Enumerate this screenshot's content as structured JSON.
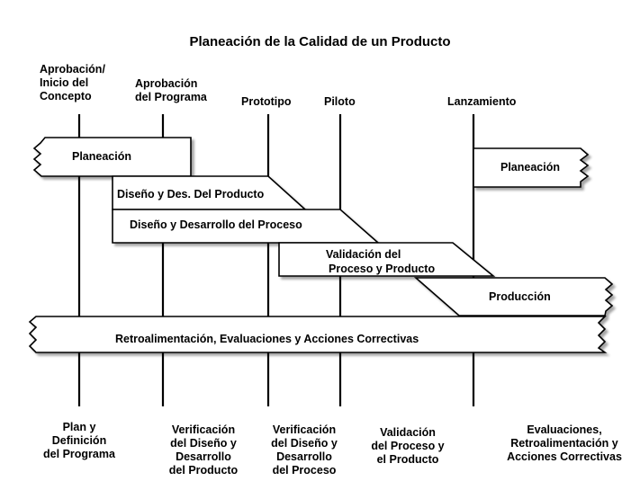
{
  "title": "Planeación de la Calidad de un Producto",
  "milestones": [
    "Aprobación/\nInicio del\nConcepto",
    "Aprobación\ndel Programa",
    "Prototipo",
    "Piloto",
    "Lanzamiento"
  ],
  "phases": {
    "planeacion_left": "Planeación",
    "diseno_producto": "Diseño y Des. Del Producto",
    "diseno_proceso": "Diseño y Desarrollo del Proceso",
    "validacion_line1": "Validación del",
    "validacion_line2": "Proceso y Producto",
    "planeacion_right": "Planeación",
    "produccion": "Producción",
    "retroalimentacion": "Retroalimentación, Evaluaciones y Acciones Correctivas"
  },
  "outputs": [
    "Plan y\nDefinición\ndel Programa",
    "Verificación\ndel Diseño y\nDesarrollo\ndel Producto",
    "Verificación\ndel Diseño y\nDesarrollo\ndel Proceso",
    "Validación\ndel Proceso y\nel Producto",
    "Evaluaciones,\nRetroalimentación y\nAcciones Correctivas"
  ]
}
